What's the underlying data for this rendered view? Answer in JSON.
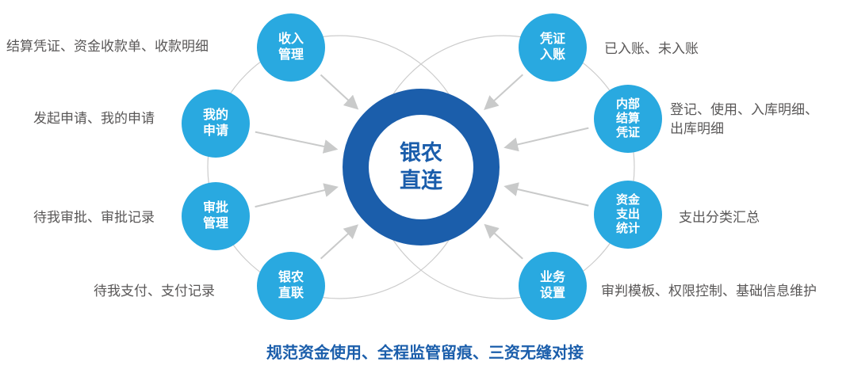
{
  "center": {
    "label": "银农\n直连"
  },
  "nodes": [
    {
      "label": "收入\n管理"
    },
    {
      "label": "我的\n申请"
    },
    {
      "label": "审批\n管理"
    },
    {
      "label": "银农\n直联"
    },
    {
      "label": "凭证\n入账"
    },
    {
      "label": "内部\n结算\n凭证"
    },
    {
      "label": "资金\n支出\n统计"
    },
    {
      "label": "业务\n设置"
    }
  ],
  "descriptions": [
    {
      "text": "结算凭证、资金收款单、收款明细"
    },
    {
      "text": "发起申请、我的申请"
    },
    {
      "text": "待我审批、审批记录"
    },
    {
      "text": "待我支付、支付记录"
    },
    {
      "text": "已入账、未入账"
    },
    {
      "text": "登记、使用、入库明细、\n出库明细"
    },
    {
      "text": "支出分类汇总"
    },
    {
      "text": "审判模板、权限控制、基础信息维护"
    }
  ],
  "caption": "规范资金使用、全程监管留痕、三资无缝对接",
  "colors": {
    "node_blue": "#29a9e0",
    "center_blue": "#1b5eab",
    "text_gray": "#595757",
    "line_gray": "#c9caca"
  }
}
